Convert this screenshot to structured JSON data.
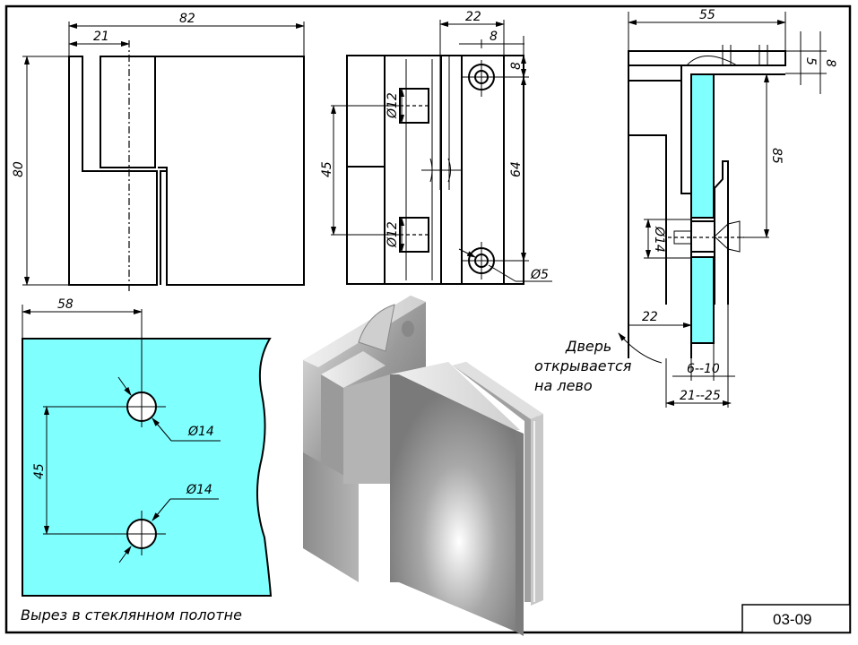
{
  "drawing": {
    "code": "03-09",
    "glass_color": "#80ffff",
    "front_view": {
      "width_label": "82",
      "axis_offset_label": "21",
      "height_label": "80"
    },
    "side_view": {
      "depth_label": "22",
      "hole_offset_x_label": "8",
      "hole_offset_y_label": "8",
      "hole_spacing_label": "64",
      "pin_spacing_label": "45",
      "pin_diameter_top_label": "Ø12",
      "pin_diameter_bottom_label": "Ø12",
      "hole_diameter_label": "Ø5"
    },
    "section_view": {
      "length_label": "55",
      "plate_thickness_label": "5",
      "total_thickness_label": "8",
      "axis_height_label": "85",
      "bolt_diameter_label": "Ø14",
      "glass_offset_label": "22",
      "glass_thickness_label": "6--10",
      "clamp_width_label": "21--25"
    },
    "door_note": {
      "line1": "Дверь",
      "line2": "открывается",
      "line3": "на лево"
    },
    "cutout_view": {
      "offset_label": "58",
      "hole_spacing_label": "45",
      "hole_top_label": "Ø14",
      "hole_bottom_label": "Ø14",
      "caption": "Вырез в стеклянном полотне"
    }
  }
}
